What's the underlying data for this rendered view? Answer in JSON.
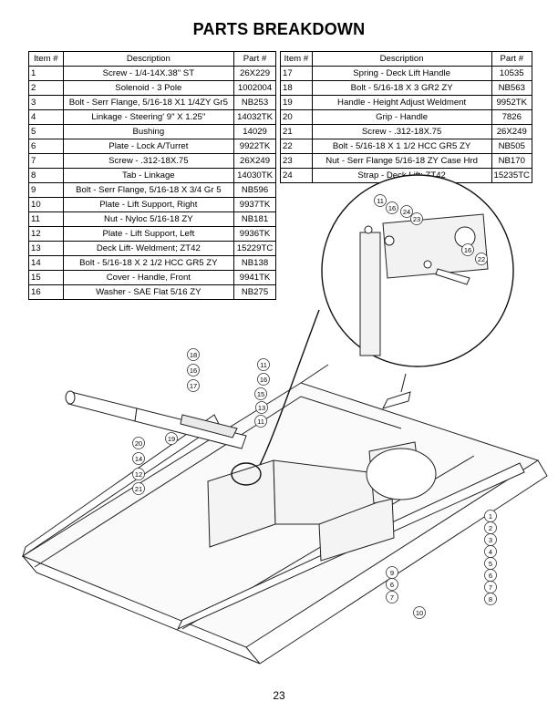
{
  "title": "PARTS BREAKDOWN",
  "headers": {
    "item": "Item #",
    "description": "Description",
    "part": "Part #"
  },
  "left_rows": [
    {
      "item": "1",
      "description": "Screw - 1/4-14X.38\" ST",
      "part": "26X229"
    },
    {
      "item": "2",
      "description": "Solenoid - 3 Pole",
      "part": "1002004"
    },
    {
      "item": "3",
      "description": "Bolt - Serr Flange, 5/16-18 X1 1/4ZY Gr5",
      "part": "NB253"
    },
    {
      "item": "4",
      "description": "Linkage - Steering' 9\" X 1.25\"",
      "part": "14032TK"
    },
    {
      "item": "5",
      "description": "Bushing",
      "part": "14029"
    },
    {
      "item": "6",
      "description": "Plate - Lock   A/Turret",
      "part": "9922TK"
    },
    {
      "item": "7",
      "description": "Screw - .312-18X.75",
      "part": "26X249"
    },
    {
      "item": "8",
      "description": "Tab - Linkage",
      "part": "14030TK"
    },
    {
      "item": "9",
      "description": "Bolt - Serr Flange, 5/16-18 X 3/4 Gr 5",
      "part": "NB596"
    },
    {
      "item": "10",
      "description": "Plate - Lift Support, Right",
      "part": "9937TK"
    },
    {
      "item": "11",
      "description": "Nut - Nyloc 5/16-18 ZY",
      "part": "NB181"
    },
    {
      "item": "12",
      "description": "Plate - Lift Support, Left",
      "part": "9936TK"
    },
    {
      "item": "13",
      "description": "Deck Lift- Weldment; ZT42",
      "part": "15229TC"
    },
    {
      "item": "14",
      "description": "Bolt -  5/16-18 X 2 1/2 HCC GR5 ZY",
      "part": "NB138"
    },
    {
      "item": "15",
      "description": "Cover - Handle, Front",
      "part": "9941TK"
    },
    {
      "item": "16",
      "description": "Washer - SAE Flat 5/16 ZY",
      "part": "NB275"
    }
  ],
  "right_rows": [
    {
      "item": "17",
      "description": "Spring - Deck Lift Handle",
      "part": "10535"
    },
    {
      "item": "18",
      "description": "Bolt - 5/16-18 X 3 GR2 ZY",
      "part": "NB563"
    },
    {
      "item": "19",
      "description": "Handle - Height Adjust Weldment",
      "part": "9952TK"
    },
    {
      "item": "20",
      "description": "Grip - Handle",
      "part": "7826"
    },
    {
      "item": "21",
      "description": "Screw - .312-18X.75",
      "part": "26X249"
    },
    {
      "item": "22",
      "description": "Bolt - 5/16-18 X 1 1/2 HCC GR5 ZY",
      "part": "NB505"
    },
    {
      "item": "23",
      "description": "Nut - Serr Flange 5/16-18 ZY Case Hrd",
      "part": "NB170"
    },
    {
      "item": "24",
      "description": "Strap - Deck Lift; ZT42",
      "part": "15235TC"
    }
  ],
  "callouts": [
    "1",
    "2",
    "3",
    "4",
    "5",
    "6",
    "7",
    "8",
    "9",
    "10",
    "11",
    "12",
    "13",
    "14",
    "15",
    "16",
    "17",
    "18",
    "19",
    "20",
    "21",
    "22",
    "23",
    "24"
  ],
  "page_number": "23"
}
